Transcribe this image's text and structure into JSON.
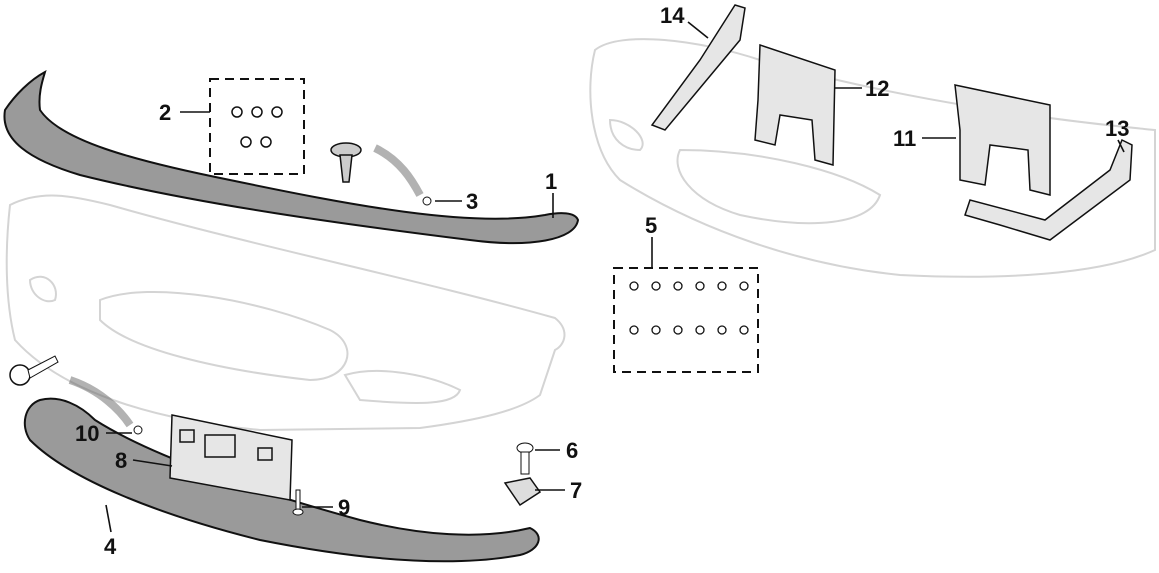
{
  "callouts": {
    "c1": "1",
    "c2": "2",
    "c3": "3",
    "c4": "4",
    "c5": "5",
    "c6": "6",
    "c7": "7",
    "c8": "8",
    "c9": "9",
    "c10": "10",
    "c11": "11",
    "c12": "12",
    "c13": "13",
    "c14": "14"
  }
}
